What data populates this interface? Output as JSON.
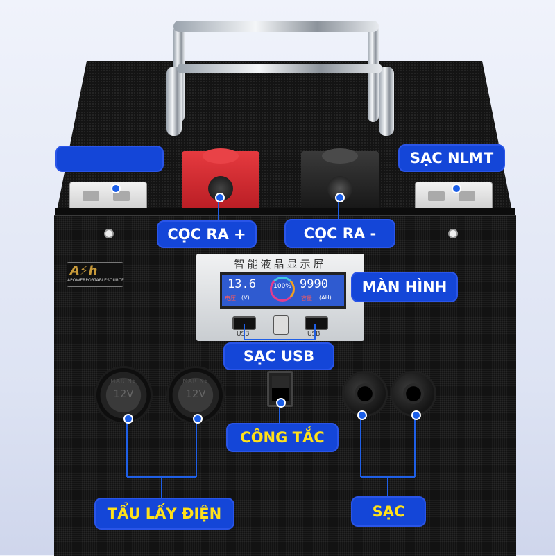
{
  "labels": {
    "unlabeled": "",
    "solar_charge": "SẠC NLMT",
    "output_positive": "CỌC RA +",
    "output_negative": "CỌC RA -",
    "display": "MÀN HÌNH",
    "usb_charge": "SẠC USB",
    "switch": "CÔNG TẮC",
    "power_outlets": "TẨU LẤY ĐIỆN",
    "charge": "SẠC"
  },
  "panel": {
    "title": "智能液晶显示屏",
    "voltage_value": "13.6",
    "voltage_label": "电压",
    "voltage_unit": "(V)",
    "percent": "100%",
    "capacity_value": "9990",
    "capacity_label": "容量",
    "capacity_unit": "(AH)",
    "usb_left": "USB",
    "usb_right": "USB"
  },
  "logo": {
    "mark": "A⚡h",
    "text": "APOWERPORTABLESOURCE"
  },
  "sockets": {
    "marine": "MARINE",
    "voltage": "12V"
  },
  "colors": {
    "label_bg": "#1446d8",
    "label_text_white": "#ffffff",
    "label_text_yellow": "#ffe11a",
    "terminal_positive": "#d8262e",
    "terminal_negative": "#2b2b2b"
  }
}
